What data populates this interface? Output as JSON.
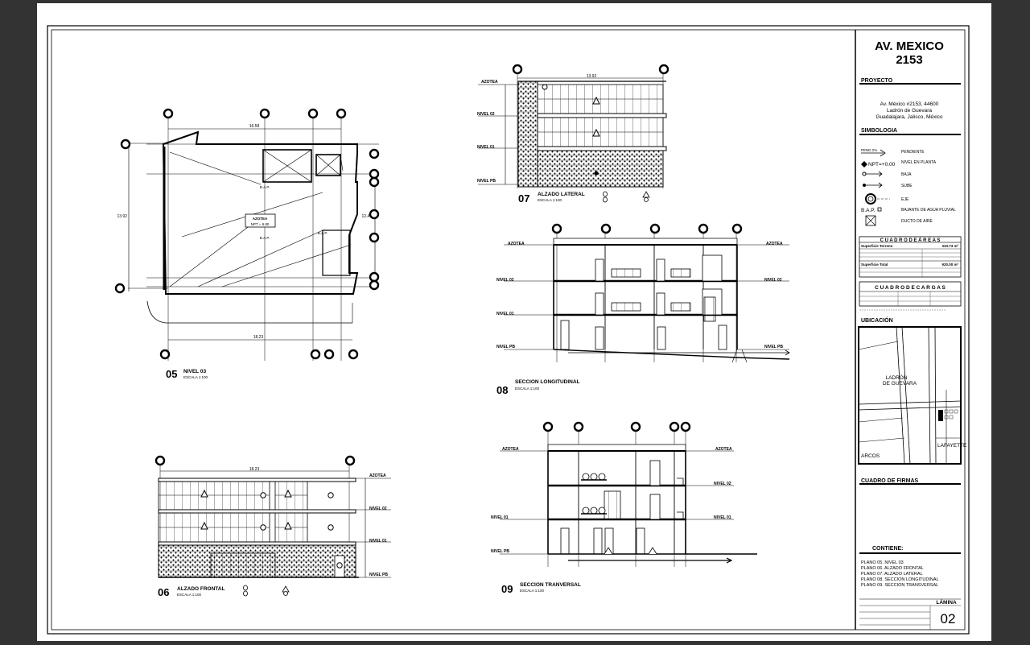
{
  "project_name": {
    "line1": "AV. MEXICO",
    "line2": "2153"
  },
  "proyecto": {
    "heading": "PROYECTO",
    "address": [
      "Av. México #2153, 44600",
      "Ladrón de Guevara",
      "Guadalajara, Jalisco, México"
    ]
  },
  "simbologia": {
    "heading": "SIMBOLOGIA",
    "items": [
      {
        "symbol": "PEND 2%",
        "label": "PENDIENTE"
      },
      {
        "symbol": "NPT=+0.00",
        "label": "NIVEL EN PLANTA"
      },
      {
        "symbol": "",
        "label": "BAJA"
      },
      {
        "symbol": "",
        "label": "SUBE"
      },
      {
        "symbol": "",
        "label": "EJE"
      },
      {
        "symbol": "B.A.P.",
        "label": "BAJANTE DE AGUA PLUVIAL"
      },
      {
        "symbol": "",
        "label": "DUCTO DE AIRE"
      }
    ]
  },
  "cuadro_areas": {
    "heading": "C U A D R O   D E   Á R E A S",
    "row1": "Superficie Terreno",
    "row1_val": "333.73 m²",
    "row2": "Superficie Total",
    "row2_val": "920.00 m²"
  },
  "cuadro_cargas": {
    "heading": "C U A D R O   D E   C A R G A S"
  },
  "ubicacion": {
    "heading": "UBICACIÓN",
    "labels": {
      "ladron1": "LADRÓN",
      "ladron2": "DE GUEVARA",
      "lafayette": "LAFAYETTE",
      "arcos": "ARCOS"
    }
  },
  "firmas": {
    "heading": "CUADRO DE FIRMAS"
  },
  "contiene": {
    "heading": "CONTIENE:",
    "items": [
      "PLANO 05. NIVEL 03",
      "PLANO 06. ALZADO FRONTAL",
      "PLANO 07. ALZADO LATERAL",
      "PLANO 08. SECCION LONGITUDINAL",
      "PLANO 09. SECCION TRANSVERSAL"
    ]
  },
  "lamina": {
    "label": "LÁMINA",
    "number": "02"
  },
  "drawings": {
    "d05": {
      "num": "05",
      "title": "NIVEL 03",
      "scale": "ESCALA 1:100",
      "azotea": "AZOTEA",
      "npt": "NPT = 9.80",
      "bap": "B.A.P.",
      "dim_top": "16.58",
      "dim_bottom": "18.23",
      "dim_left": "13.92",
      "dim_right": "12.47"
    },
    "d06": {
      "num": "06",
      "title": "ALZADO FRONTAL",
      "scale": "ESCALA 1:100",
      "dim_top": "18.23",
      "levels": [
        "AZOTEA",
        "NIVEL 02",
        "NIVEL 01",
        "NIVEL PB"
      ]
    },
    "d07": {
      "num": "07",
      "title": "ALZADO LATERAL",
      "scale": "ESCALA 1:100",
      "dim_top": "13.92",
      "levels": [
        "AZOTEA",
        "NIVEL 02",
        "NIVEL 01",
        "NIVEL PB"
      ]
    },
    "d08": {
      "num": "08",
      "title": "SECCION LONGITUDINAL",
      "scale": "ESCALA 1:100",
      "levels": [
        "AZOTEA",
        "NIVEL 02",
        "NIVEL 01",
        "NIVEL PB"
      ]
    },
    "d09": {
      "num": "09",
      "title": "SECCION TRANVERSAL",
      "scale": "ESCALA 1:100",
      "levels": [
        "AZOTEA",
        "NIVEL 02",
        "NIVEL 01",
        "NIVEL PB"
      ]
    }
  },
  "colors": {
    "ink": "#000000",
    "background": "#ffffff",
    "frame": "#333333"
  }
}
